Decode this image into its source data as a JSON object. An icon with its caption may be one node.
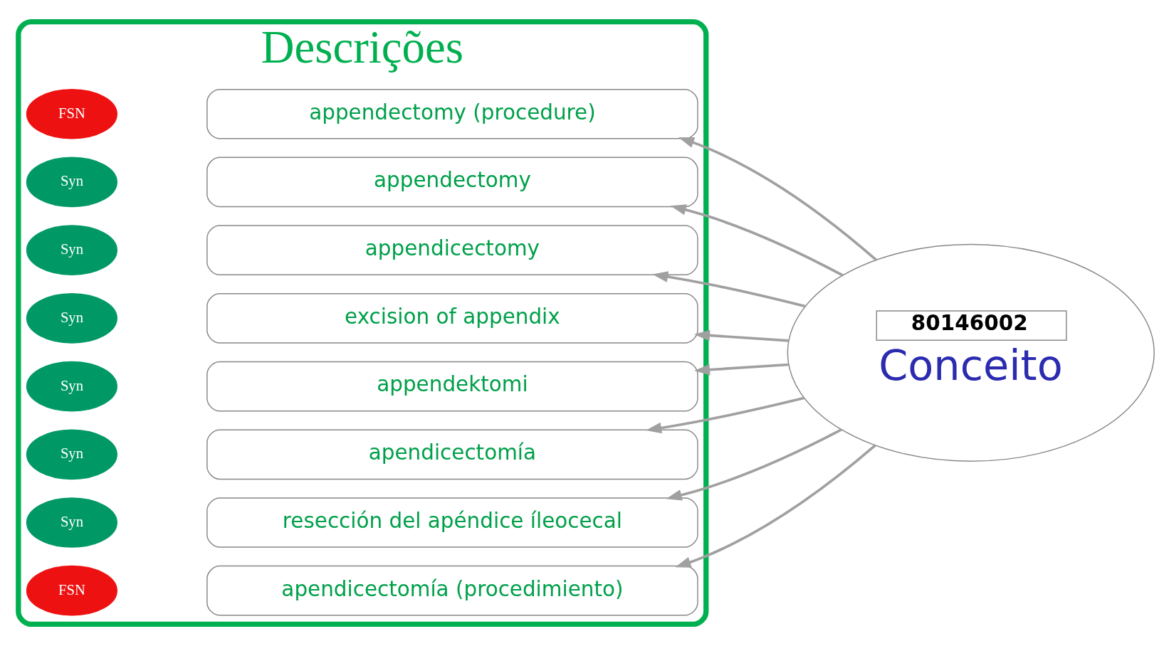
{
  "diagram": {
    "nodes": [
      {
        "text": [
          "Descrições"
        ]
      },
      {
        "text": [
          "FSN"
        ],
        "in": 0
      },
      {
        "text": [
          "appendectomy (procedure)"
        ],
        "in": 0
      },
      {
        "text": [
          "Syn"
        ],
        "in": 0
      },
      {
        "text": [
          "appendectomy"
        ],
        "in": 0
      },
      {
        "text": [
          "Syn"
        ],
        "in": 0
      },
      {
        "text": [
          "appendicectomy"
        ],
        "in": 0
      },
      {
        "text": [
          "Syn"
        ],
        "in": 0
      },
      {
        "text": [
          "excision of appendix"
        ],
        "in": 0
      },
      {
        "text": [
          "Syn"
        ],
        "in": 0
      },
      {
        "text": [
          "appendektomi"
        ],
        "in": 0
      },
      {
        "text": [
          "Syn"
        ],
        "in": 0
      },
      {
        "text": [
          "apendicectomía"
        ],
        "in": 0
      },
      {
        "text": [
          "Syn"
        ],
        "in": 0
      },
      {
        "text": [
          "resección del apéndice íleocecal"
        ],
        "in": 0
      },
      {
        "text": [
          "FSN"
        ],
        "in": 0
      },
      {
        "text": [
          "apendicectomía (procedimiento)"
        ],
        "in": 0
      },
      {
        "text": [
          "80146002",
          "Conceito"
        ]
      }
    ],
    "edges": [
      {
        "from": 17,
        "to": 2,
        "arrow": "to"
      },
      {
        "from": 17,
        "to": 4,
        "arrow": "to"
      },
      {
        "from": 17,
        "to": 6,
        "arrow": "to"
      },
      {
        "from": 17,
        "to": 8,
        "arrow": "to"
      },
      {
        "from": 17,
        "to": 10,
        "arrow": "to"
      },
      {
        "from": 17,
        "to": 12,
        "arrow": "to"
      },
      {
        "from": 17,
        "to": 14,
        "arrow": "to"
      },
      {
        "from": 17,
        "to": 16,
        "arrow": "to"
      }
    ]
  }
}
